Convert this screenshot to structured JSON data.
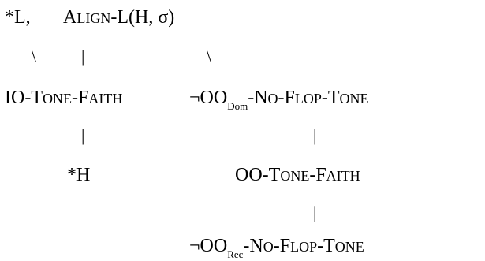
{
  "constraints": {
    "star_l": {
      "text": "*L,"
    },
    "align_l": {
      "cap1": "A",
      "sc1": "LIGN",
      "rest": "-L(H, σ)"
    },
    "io_tone_faith": {
      "cap1": "IO-T",
      "sc1": "ONE",
      "cap2": "-F",
      "sc2": "AITH"
    },
    "oo_dom": {
      "prefix": "¬OO",
      "sub": "Dom",
      "cap1": "-N",
      "sc1": "O",
      "cap2": "-F",
      "sc2": "LOP",
      "cap3": "-T",
      "sc3": "ONE"
    },
    "star_h": {
      "text": "*H"
    },
    "oo_tone_faith": {
      "cap1": "OO-T",
      "sc1": "ONE",
      "cap2": "-F",
      "sc2": "AITH"
    },
    "oo_rec": {
      "prefix": "¬OO",
      "sub": "Rec",
      "cap1": "-N",
      "sc1": "O",
      "cap2": "-F",
      "sc2": "LOP",
      "cap3": "-T",
      "sc3": "ONE"
    }
  },
  "connectors": {
    "backslash": "\\",
    "pipe": "|"
  }
}
